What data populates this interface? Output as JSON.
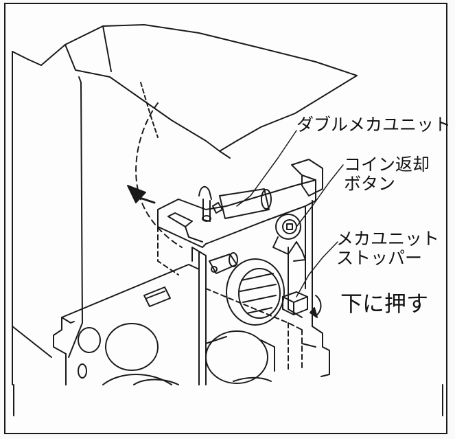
{
  "labels": {
    "double_mech_unit": "ダブルメカユニット",
    "coin_return_button": [
      "コイン返却",
      "ボタン"
    ],
    "mech_unit_stopper": [
      "メカユニット",
      "ストッパー"
    ],
    "push_down": "下に押す"
  },
  "colors": {
    "ink": "#1a1a1a",
    "paper": "#fdfdfd"
  }
}
